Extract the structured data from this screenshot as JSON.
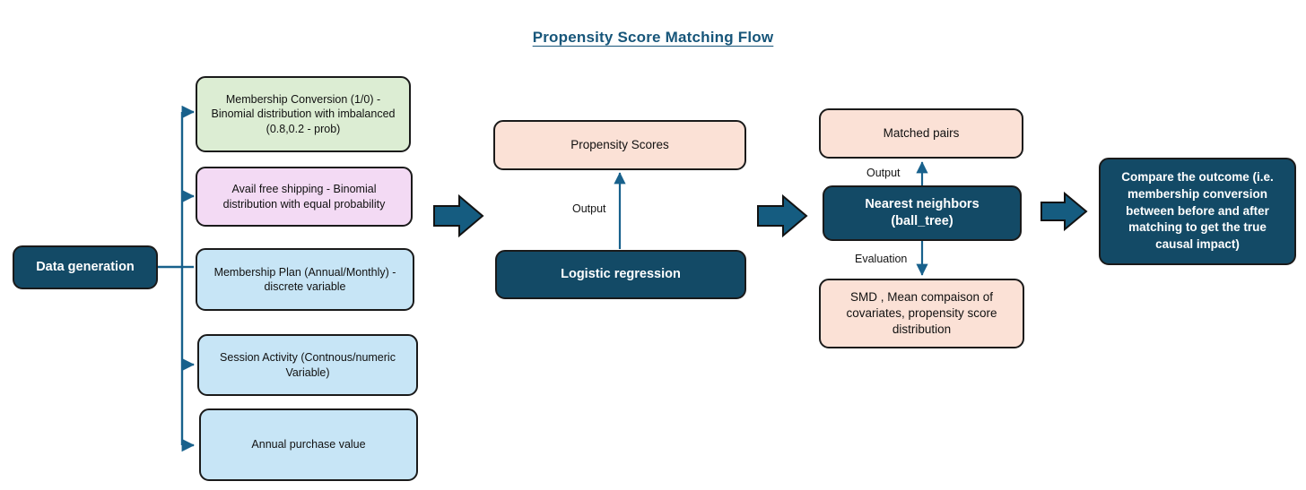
{
  "title": "Propensity Score Matching Flow",
  "colors": {
    "dark_teal": "#134a66",
    "title_blue": "#17567a",
    "green": "#dcedd3",
    "pink": "#f3daf4",
    "light_blue": "#c7e5f6",
    "peach": "#fbe1d6",
    "outline": "#1a1a1a",
    "connector": "#18618c"
  },
  "stage1": {
    "source": {
      "label": "Data generation"
    },
    "variables": [
      {
        "label": "Membership Conversion  (1/0) - Binomial distribution with imbalanced (0.8,0.2 - prob)",
        "color": "green"
      },
      {
        "label": "Avail free shipping - Binomial distribution with equal probability",
        "color": "pink"
      },
      {
        "label": "Membership Plan (Annual/Monthly) - discrete variable",
        "color": "light_blue"
      },
      {
        "label": "Session Activity (Contnous/numeric Variable)",
        "color": "light_blue"
      },
      {
        "label": "Annual purchase value",
        "color": "light_blue"
      }
    ]
  },
  "stage2": {
    "output_label": "Propensity Scores",
    "model_label": "Logistic regression",
    "edge_label": "Output"
  },
  "stage3": {
    "output_label": "Matched pairs",
    "model_label": "Nearest neighbors (ball_tree)",
    "edge_label_output": "Output",
    "edge_label_evaluation": "Evaluation",
    "evaluation_label": "SMD , Mean compaison of covariates, propensity score distribution"
  },
  "stage4": {
    "label": "Compare the outcome (i.e. membership conversion between before and after matching to get the true causal impact)"
  },
  "icons": {
    "stage_arrow": "block-arrow-right-icon"
  }
}
